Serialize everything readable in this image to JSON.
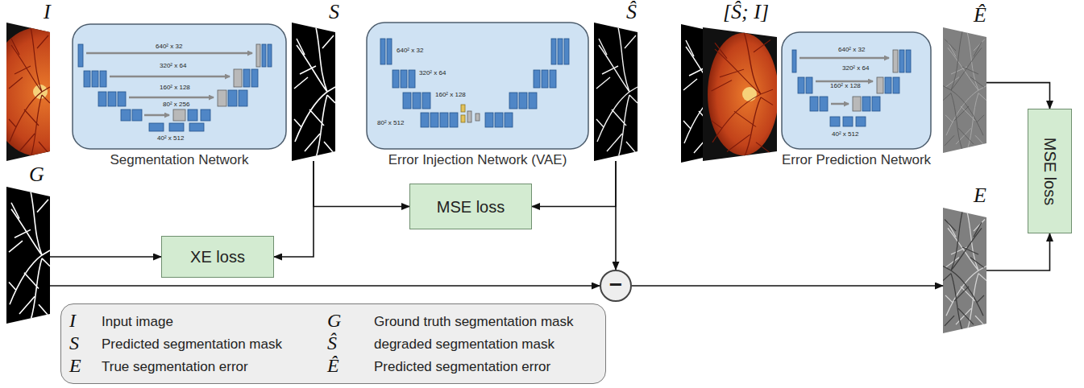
{
  "diagram": {
    "nodes": [
      {
        "text": [
          "I"
        ]
      },
      {
        "text": [
          "640² x 32",
          "320² x 64",
          "160² x 128",
          "80² x 256",
          "40² x 512",
          "Segmentation Network"
        ]
      },
      {
        "text": [
          "S"
        ]
      },
      {
        "text": [
          "640² x 32",
          "320² x 64",
          "160² x 128",
          "80² x 512",
          "Error Injection Network (VAE)"
        ]
      },
      {
        "text": [
          "Ŝ"
        ]
      },
      {
        "text": [
          "[Ŝ; I]"
        ]
      },
      {
        "text": [
          "640² x 32",
          "320² x 64",
          "160² x 128",
          "40² x 512",
          "Error Prediction Network"
        ]
      },
      {
        "text": [
          "Ê"
        ]
      },
      {
        "text": [
          "MSE loss"
        ]
      },
      {
        "text": [
          "G"
        ]
      },
      {
        "text": [
          "MSE loss"
        ]
      },
      {
        "text": [
          "XE loss"
        ]
      },
      {
        "text": [
          "−"
        ]
      },
      {
        "text": [
          "E"
        ]
      },
      {
        "text": [
          "I",
          "Input image",
          "G",
          "Ground truth segmentation mask",
          "S",
          "Predicted segmentation mask",
          "Ŝ",
          "degraded segmentation mask",
          "E",
          "True segmentation error",
          "Ê",
          "Predicted segmentation error"
        ]
      }
    ],
    "edges": [
      {
        "from": 2,
        "to": 10,
        "arrow": "to"
      },
      {
        "from": 4,
        "to": 10,
        "arrow": "to"
      },
      {
        "from": 2,
        "to": 11,
        "arrow": "to"
      },
      {
        "from": 9,
        "to": 11,
        "arrow": "to"
      },
      {
        "from": 9,
        "to": 12,
        "arrow": "to"
      },
      {
        "from": 4,
        "to": 12,
        "arrow": "to"
      },
      {
        "from": 12,
        "to": 13,
        "arrow": "to"
      },
      {
        "from": 7,
        "to": 8,
        "arrow": "to"
      },
      {
        "from": 13,
        "to": 8,
        "arrow": "to"
      }
    ]
  }
}
